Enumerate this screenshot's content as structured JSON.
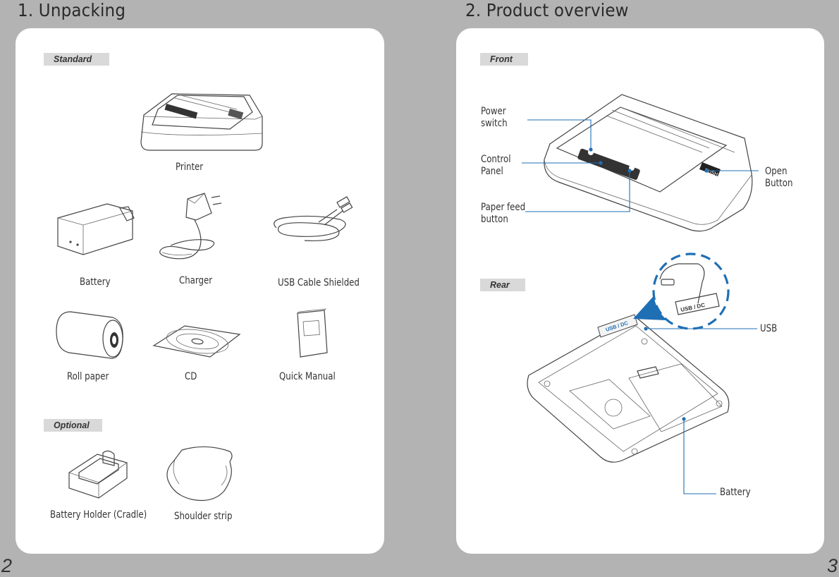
{
  "left_page": {
    "title": "1. Unpacking",
    "standard_label": "Standard",
    "optional_label": "Optional",
    "items": {
      "printer": "Printer",
      "battery": "Battery",
      "charger": "Charger",
      "usb_cable": "USB Cable Shielded",
      "roll_paper": "Roll paper",
      "cd": "CD",
      "quick_manual": "Quick Manual",
      "battery_holder": "Battery Holder (Cradle)",
      "shoulder_strip": "Shoulder strip"
    },
    "page_number": "2"
  },
  "right_page": {
    "title": "2. Product overview",
    "front_label": "Front",
    "rear_label": "Rear",
    "callouts": {
      "power_switch": "Power\nswitch",
      "control_panel": "Control\nPanel",
      "paper_feed": "Paper feed\nbutton",
      "open_button": "Open\nButton",
      "usb": "USB",
      "battery": "Battery"
    },
    "device_text": {
      "push": "PUSH",
      "port_label": "USB / DC"
    },
    "page_number": "3"
  },
  "colors": {
    "background": "#b3b3b3",
    "panel": "#ffffff",
    "tag": "#d9d9d9",
    "callout_line": "#1f6fb5",
    "highlight": "#1f6fb5"
  }
}
